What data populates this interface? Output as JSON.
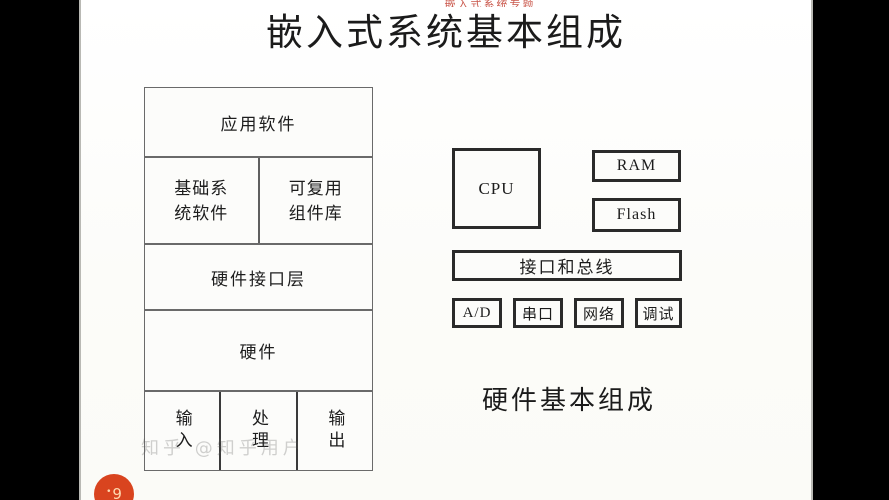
{
  "slide": {
    "title": "嵌入式系统基本组成",
    "header_strip": "嵌入式系统专题",
    "page_number": "9",
    "watermark": "知乎  @知乎用户",
    "accent_color": "#d9441f",
    "title_color": "#1b1b1b",
    "box_border_color": "#2a2a2a",
    "paper_color": "#fdfdfb"
  },
  "software_stack": {
    "name": "嵌入式系统层次结构",
    "rows": [
      {
        "id": "application",
        "label": "应用软件"
      },
      {
        "id": "system-layer",
        "cells": [
          {
            "id": "base-system-software",
            "label": "基础系\n统软件",
            "line1": "基础系",
            "line2": "统软件"
          },
          {
            "id": "reusable-components",
            "label": "可复用\n组件库",
            "line1": "可复用",
            "line2": "组件库"
          }
        ]
      },
      {
        "id": "hardware-interface",
        "label": "硬件接口层"
      },
      {
        "id": "hardware",
        "label": "硬件"
      },
      {
        "id": "io-layer",
        "cells": [
          {
            "id": "input",
            "label": "输入"
          },
          {
            "id": "processing",
            "label": "处理"
          },
          {
            "id": "output",
            "label": "输出"
          }
        ]
      }
    ]
  },
  "hardware_diagram": {
    "caption": "硬件基本组成",
    "cpu": "CPU",
    "memory": [
      {
        "id": "ram",
        "label": "RAM"
      },
      {
        "id": "flash",
        "label": "Flash"
      }
    ],
    "bus": "接口和总线",
    "peripherals": [
      {
        "id": "ad",
        "label": "A/D"
      },
      {
        "id": "uart",
        "label": "串口"
      },
      {
        "id": "network",
        "label": "网络"
      },
      {
        "id": "debug",
        "label": "调试"
      }
    ]
  }
}
